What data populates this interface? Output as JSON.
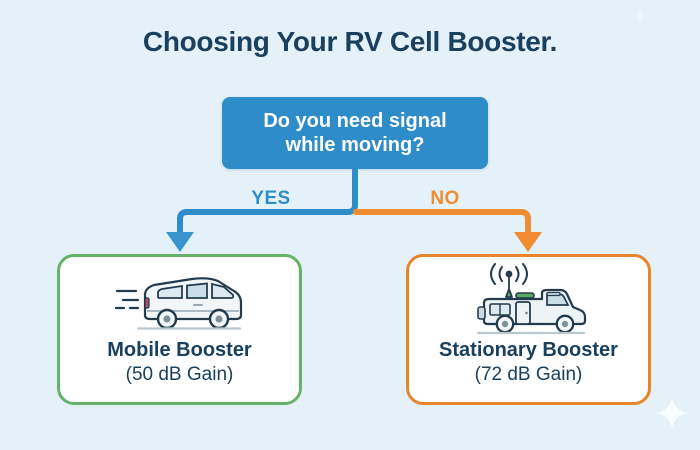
{
  "page": {
    "title": "Choosing Your RV Cell Booster.",
    "background_color": "#e4f1f8"
  },
  "decision": {
    "question": "Do you need signal\nwhile moving?",
    "box_color": "#2e8cc9",
    "text_color": "#ffffff"
  },
  "branches": {
    "yes": {
      "label": "YES",
      "color": "#2e8cc9"
    },
    "no": {
      "label": "NO",
      "color": "#ef8b31"
    }
  },
  "outcomes": [
    {
      "id": "mobile",
      "icon": "van-icon",
      "title": "Mobile Booster",
      "subtitle": "(50 dB Gain)",
      "gain": "50 dB",
      "border_color": "#67b269",
      "card_color": "#ffffff"
    },
    {
      "id": "stationary",
      "icon": "rv-antenna-icon",
      "title": "Stationary Booster",
      "subtitle": "(72 dB Gain)",
      "gain": "72 dB",
      "border_color": "#e8842a",
      "card_color": "#ffffff"
    }
  ],
  "decoration": {
    "sparkle": "sparkle-icon",
    "sparkle_color": "#ffffff"
  }
}
